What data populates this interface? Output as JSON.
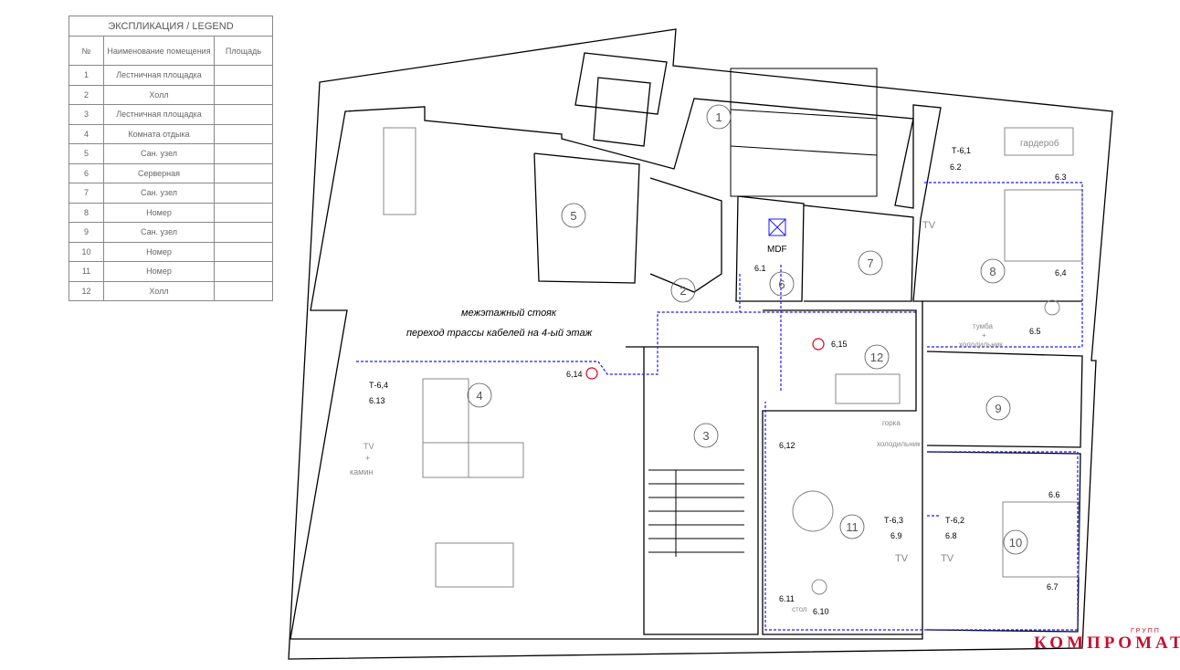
{
  "legend": {
    "title": "ЭКСПЛИКАЦИЯ / LEGEND",
    "headers": [
      "№",
      "Наименование помещения",
      "Площадь"
    ],
    "rows": [
      {
        "num": "1",
        "name": "Лестничная площадка",
        "area": ""
      },
      {
        "num": "2",
        "name": "Холл",
        "area": ""
      },
      {
        "num": "3",
        "name": "Лестничная площадка",
        "area": ""
      },
      {
        "num": "4",
        "name": "Комната отдыка",
        "area": ""
      },
      {
        "num": "5",
        "name": "Сан. узел",
        "area": ""
      },
      {
        "num": "6",
        "name": "Серверная",
        "area": ""
      },
      {
        "num": "7",
        "name": "Сан. узел",
        "area": ""
      },
      {
        "num": "8",
        "name": "Номер",
        "area": ""
      },
      {
        "num": "9",
        "name": "Сан. узел",
        "area": ""
      },
      {
        "num": "10",
        "name": "Номер",
        "area": ""
      },
      {
        "num": "11",
        "name": "Номер",
        "area": ""
      },
      {
        "num": "12",
        "name": "Холл",
        "area": ""
      }
    ]
  },
  "plan": {
    "rooms": [
      "1",
      "2",
      "3",
      "4",
      "5",
      "6",
      "7",
      "8",
      "9",
      "10",
      "11",
      "12"
    ],
    "note_line1": "межэтажный стояк",
    "note_line2": "переход трассы кабелей на 4-ый этаж",
    "mdf": "MDF",
    "wardrobe": "гардероб",
    "tv": "TV",
    "tv_fireplace": [
      "TV",
      "+",
      "камин"
    ],
    "nightstand_fridge": [
      "тумба",
      "+",
      "холодильник"
    ],
    "slide_fridge": [
      "горка",
      "холодильник"
    ],
    "desk": "стол",
    "outlets": {
      "o61": "6.1",
      "t61": "Т-6,1",
      "o62": "6.2",
      "o63": "6.3",
      "o64": "6,4",
      "o65": "6.5",
      "o66": "6.6",
      "o67": "6.7",
      "o68": "6.8",
      "o69": "6.9",
      "o610": "6.10",
      "o611": "6.11",
      "o612": "6,12",
      "o613": "6.13",
      "o614": "6,14",
      "o615": "6,15",
      "t64": "Т-6,4",
      "t63": "Т-6,3",
      "t62": "Т-6,2"
    },
    "colors": {
      "wall": "#000000",
      "cable": "#1a1aff",
      "furniture": "#888888",
      "riser": "#e0001a"
    }
  },
  "watermark": {
    "main": "КОМПРОМАТ",
    "sub": "ГРУПП"
  }
}
